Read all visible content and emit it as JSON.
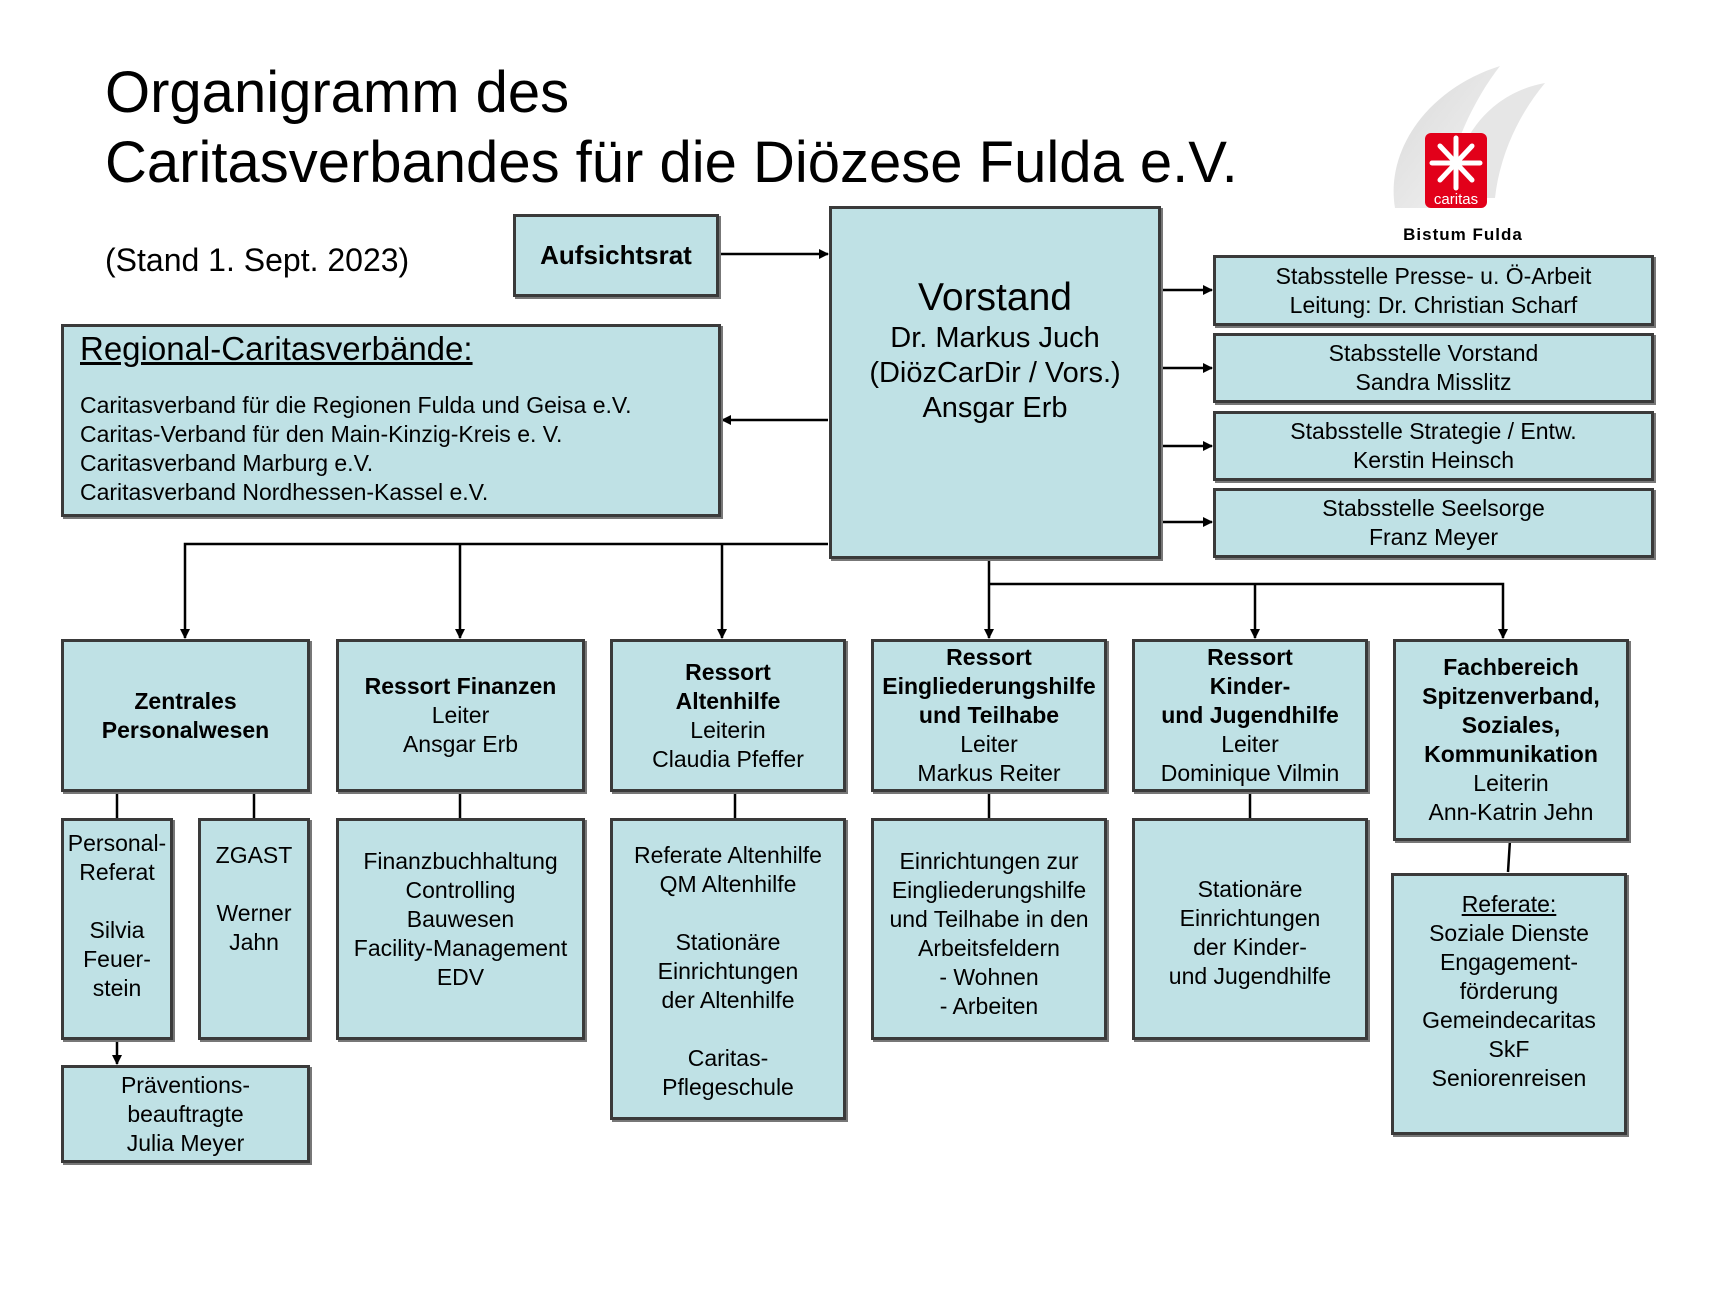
{
  "title": {
    "line1": "Organigramm des",
    "line2": "Caritasverbandes für die Diözese Fulda e.V.",
    "stand": "(Stand 1. Sept. 2023)"
  },
  "logo": {
    "brand": "caritas",
    "subtitle": "Bistum Fulda",
    "red": "#e2001a"
  },
  "colors": {
    "box_fill": "#bfe1e5",
    "border": "#3a3a3a"
  },
  "aufsichtsrat": {
    "label": "Aufsichtsrat"
  },
  "vorstand": {
    "title": "Vorstand",
    "l1": "Dr. Markus Juch",
    "l2": "(DiözCarDir / Vors.)",
    "l3": "Ansgar Erb"
  },
  "regional": {
    "heading": "Regional-Caritasverbände:",
    "items": [
      "Caritasverband für die Regionen Fulda und Geisa e.V.",
      "Caritas-Verband für den Main-Kinzig-Kreis e. V.",
      "Caritasverband Marburg e.V.",
      "Caritasverband Nordhessen-Kassel e.V."
    ]
  },
  "stabsstellen": [
    {
      "l1": "Stabsstelle Presse- u. Ö-Arbeit",
      "l2": "Leitung: Dr. Christian Scharf"
    },
    {
      "l1": "Stabsstelle Vorstand",
      "l2": "Sandra Misslitz"
    },
    {
      "l1": "Stabsstelle Strategie / Entw.",
      "l2": "Kerstin Heinsch"
    },
    {
      "l1": "Stabsstelle Seelsorge",
      "l2": "Franz Meyer"
    }
  ],
  "ressorts": {
    "personal": {
      "l1": "Zentrales",
      "l2": "Personalwesen"
    },
    "finanzen": {
      "l1": "Ressort Finanzen",
      "l2": "Leiter",
      "l3": "Ansgar Erb"
    },
    "altenhilfe": {
      "l1": "Ressort",
      "l2": "Altenhilfe",
      "l3": "Leiterin",
      "l4": "Claudia Pfeffer"
    },
    "eingliederung": {
      "l1": "Ressort",
      "l2": "Eingliederungshilfe",
      "l3": "und Teilhabe",
      "l4": "Leiter",
      "l5": "Markus Reiter"
    },
    "kinder": {
      "l1": "Ressort",
      "l2": "Kinder-",
      "l3": "und Jugendhilfe",
      "l4": "Leiter",
      "l5": "Dominique Vilmin"
    },
    "fachbereich": {
      "l1": "Fachbereich",
      "l2": "Spitzenverband,",
      "l3": "Soziales,",
      "l4": "Kommunikation",
      "l5": "Leiterin",
      "l6": "Ann-Katrin Jehn"
    }
  },
  "subunits": {
    "personalreferat": {
      "l1": "Personal-",
      "l2": "Referat",
      "l3": "Silvia",
      "l4": "Feuer-",
      "l5": "stein"
    },
    "zgast": {
      "l1": "ZGAST",
      "l2": "Werner",
      "l3": "Jahn"
    },
    "praevention": {
      "l1": "Präventions-",
      "l2": "beauftragte",
      "l3": "Julia Meyer"
    },
    "finanzen": [
      "Finanzbuchhaltung",
      "Controlling",
      "Bauwesen",
      "Facility-Management",
      "EDV"
    ],
    "altenhilfe": {
      "a": [
        "Referate Altenhilfe",
        "QM Altenhilfe"
      ],
      "b": [
        "Stationäre",
        "Einrichtungen",
        "der Altenhilfe"
      ],
      "c": [
        "Caritas-",
        "Pflegeschule"
      ]
    },
    "eingliederung": [
      "Einrichtungen zur",
      "Eingliederungshilfe",
      "und Teilhabe in den",
      "Arbeitsfeldern",
      "- Wohnen",
      "- Arbeiten"
    ],
    "kinder": [
      "Stationäre",
      "Einrichtungen",
      "der Kinder-",
      "und Jugendhilfe"
    ],
    "referate": {
      "heading": "Referate:",
      "items": [
        "Soziale Dienste",
        "Engagement-",
        "förderung",
        "Gemeindecaritas",
        "SkF",
        "Seniorenreisen"
      ]
    }
  }
}
